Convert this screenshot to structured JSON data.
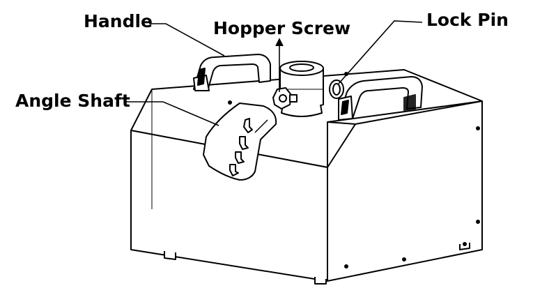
{
  "labels": {
    "handle": "Handle",
    "hopper_screw": "Hopper Screw",
    "lock_pin": "Lock Pin",
    "angle_shaft": "Angle Shaft"
  },
  "colors": {
    "line": "#000000",
    "fill": "#ffffff"
  }
}
